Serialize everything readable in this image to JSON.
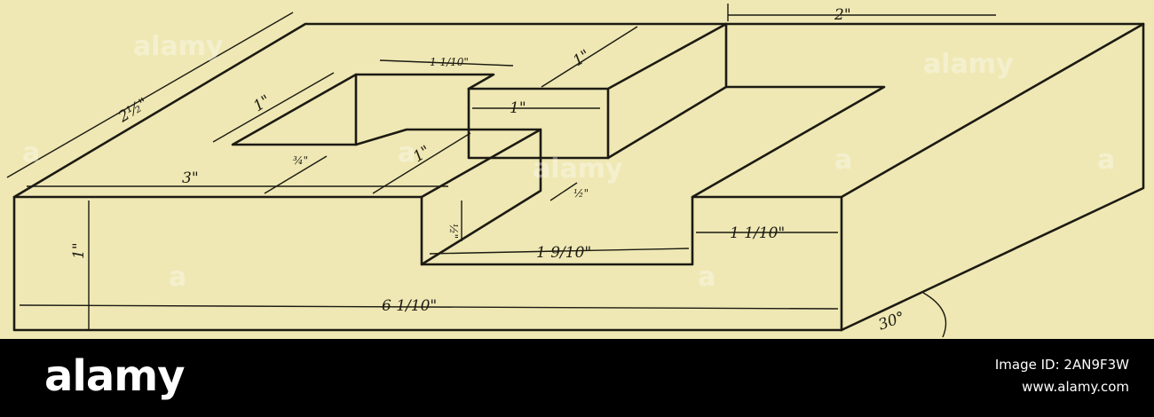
{
  "colors": {
    "paper": "#efe8b4",
    "ink": "#1c1a12",
    "footer": "#000000"
  },
  "dimensions": {
    "top_left_edge": "2½\"",
    "top_gap": "2\"",
    "top_notch": "1 1/10\"",
    "step_depth_right": "1\"",
    "step_width": "1\"",
    "inner_depth_left": "1\"",
    "front_width_left": "3\"",
    "inner_three_quarter": "¾\"",
    "front_step_depth": "1\"",
    "front_small_height": "½\"",
    "half_right": "½\"",
    "notch_width": "1 9/10\"",
    "right_block_width": "1 1/10\"",
    "height": "1\"",
    "total_length": "6 1/10\"",
    "angle": "30°"
  },
  "watermarks": [
    "alamy",
    "alamy",
    "alamy",
    "a",
    "a",
    "a",
    "a",
    "a",
    "a"
  ],
  "footer": {
    "logo": "alamy",
    "image_id": "Image ID: 2AN9F3W",
    "site": "www.alamy.com"
  }
}
